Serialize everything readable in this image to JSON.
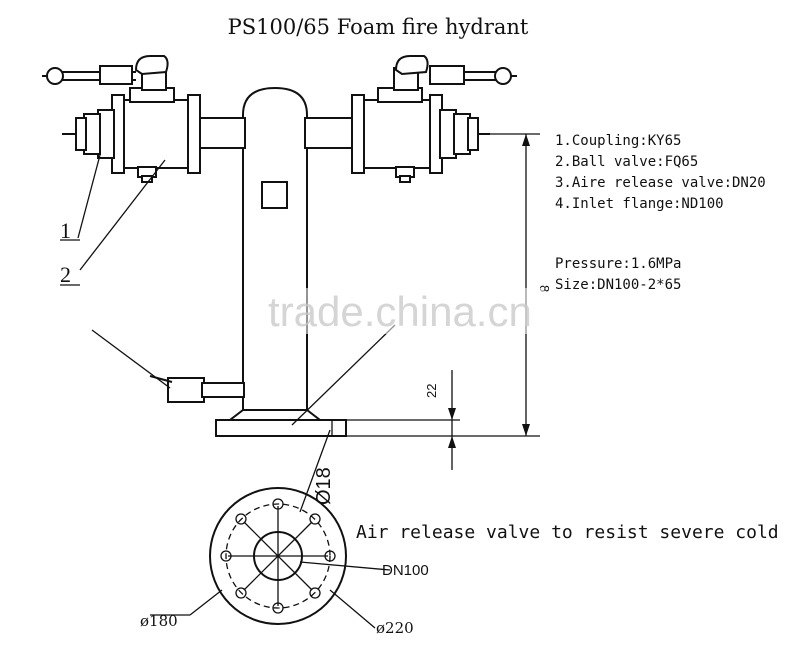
{
  "title": "PS100/65 Foam fire hydrant",
  "legend": [
    "1.Coupling:KY65",
    "2.Ball valve:FQ65",
    "3.Aire release valve:DN20",
    "4.Inlet flange:ND100"
  ],
  "specs": {
    "pressure": "Pressure:1.6MPa",
    "size": "Size:DN100-2*65"
  },
  "callouts": {
    "one": "1",
    "two": "2"
  },
  "dimensions": {
    "height_mark": "8",
    "flange_gap": "22",
    "bolt_hole": "Ø18",
    "bore": "DN100",
    "bolt_circle": "ø180",
    "outer_dia": "ø220"
  },
  "caption": "Air release valve to resist severe cold",
  "watermark": "trade.china.cn"
}
